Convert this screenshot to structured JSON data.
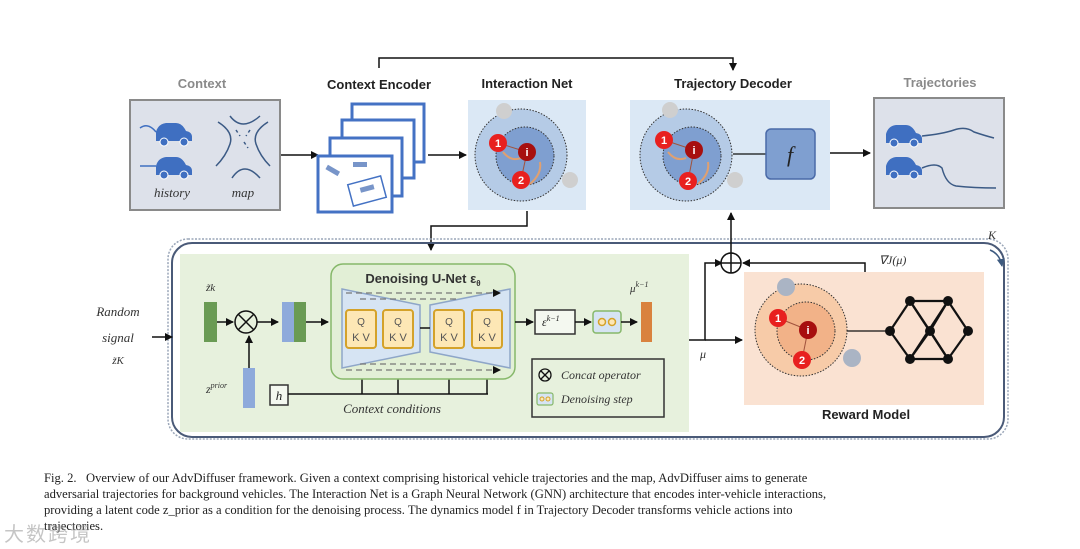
{
  "figure": {
    "sections": {
      "context": "Context",
      "context_encoder": "Context Encoder",
      "interaction_net": "Interaction Net",
      "trajectory_decoder": "Trajectory Decoder",
      "trajectories": "Trajectories",
      "reward_model": "Reward Model"
    },
    "context_labels": {
      "history": "history",
      "map": "map"
    },
    "dynamics_label": "f",
    "graph_nodes": {
      "node1": "1",
      "node_i": "i",
      "node2": "2"
    },
    "diffusion": {
      "random_signal": [
        "Random",
        "signal",
        "z̃K"
      ],
      "z_k": "z̃k",
      "z_prior": "z",
      "z_prior_sup": "prior",
      "unet_title": "Denoising U-Net ε",
      "unet_sub": "θ",
      "qkv_q": "Q",
      "qkv_kv": "K V",
      "h_label": "h",
      "context_conditions": "Context conditions",
      "eps": "ε",
      "eps_sup": "k−1",
      "mu_k1": "μ",
      "mu_k1_sup": "k−1",
      "mu": "μ",
      "grad": "∇J(μ)",
      "loop_k": "K"
    },
    "legend": {
      "concat": "Concat operator",
      "denoise": "Denoising step"
    },
    "icons": {
      "concat": "circle-times-icon",
      "sum": "circle-plus-icon",
      "car": "car-icon"
    },
    "colors": {
      "panel_grey": "#dde1ea",
      "panel_blue": "#dbe8f5",
      "panel_green": "#e7f1dd",
      "panel_orange": "#fae2d2",
      "accent_blue": "#4472c4",
      "node_red": "#e8201f",
      "node_darkred": "#a70f0f",
      "latent_green": "#6a9b54",
      "latent_blue": "#8eaadb",
      "latent_orange": "#d9823e",
      "qkv_fill": "#fde7b5",
      "qkv_border": "#d4a22a"
    }
  },
  "caption": {
    "lines": [
      "Fig. 2.   Overview of our AdvDiffuser framework. Given a context comprising historical vehicle trajectories and the map, AdvDiffuser aims to generate",
      "adversarial trajectories for background vehicles. The Interaction Net is a Graph Neural Network (GNN) architecture that encodes inter-vehicle interactions,",
      "providing a latent code z_prior as a condition for the denoising process. The dynamics model f in Trajectory Decoder transforms vehicle actions into",
      "trajectories."
    ]
  },
  "watermark": "大数跨境"
}
